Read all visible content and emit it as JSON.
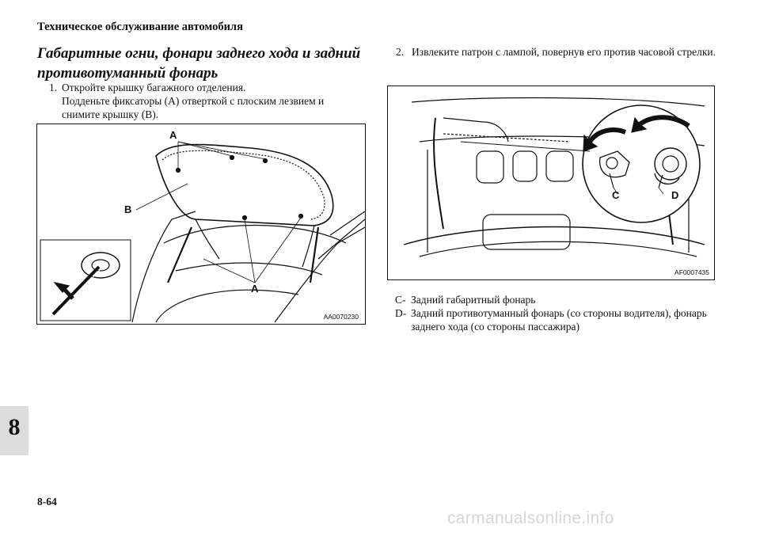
{
  "header": {
    "running_title": "Техническое обслуживание автомобиля"
  },
  "section": {
    "title": "Габаритные огни, фонари заднего хода и задний противотуманный фонарь"
  },
  "step1": {
    "number": "1.",
    "line1": "Откройте крышку багажного отделения.",
    "line2": "Подденьте фиксаторы (А) отверткой с плоским лезвием и снимите крышку (B)."
  },
  "step2": {
    "number": "2.",
    "text": "Извлеките патрон с лампой, повернув его против часовой стрелки."
  },
  "figure1": {
    "code": "AA0070230",
    "label_a": "A",
    "label_b": "B"
  },
  "figure2": {
    "code": "AF0007435",
    "label_c": "C",
    "label_d": "D"
  },
  "legend": [
    {
      "key": "C-",
      "text": "Задний габаритный фонарь"
    },
    {
      "key": "D-",
      "text": "Задний противотуманный фонарь (со стороны водителя), фонарь заднего хода (со стороны пассажира)"
    }
  ],
  "chapter_tab": "8",
  "page_number": "8-64",
  "watermark": "carmanualsonline.info"
}
